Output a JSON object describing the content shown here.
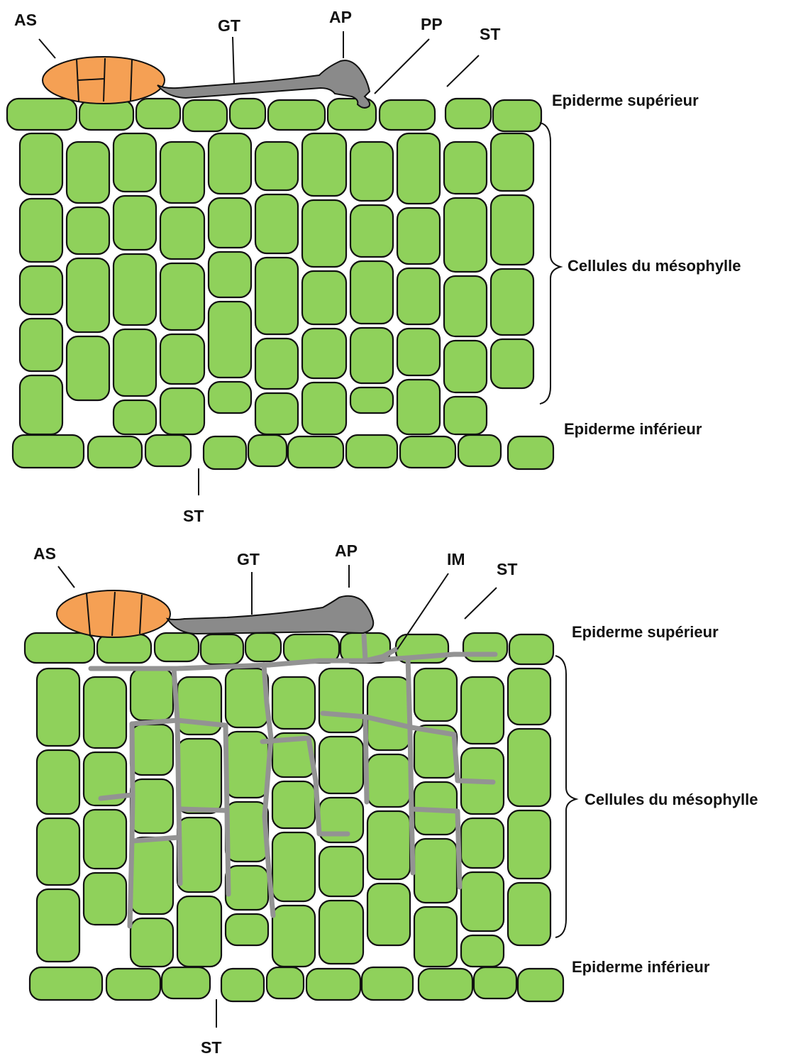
{
  "panels": [
    {
      "labels": {
        "as": "AS",
        "gt": "GT",
        "ap": "AP",
        "pp": "PP",
        "st_top": "ST",
        "st_bottom": "ST",
        "upper_epidermis": "Epiderme supérieur",
        "mesophyll": "Cellules du mésophylle",
        "lower_epidermis": "Epiderme inférieur"
      }
    },
    {
      "labels": {
        "as": "AS",
        "gt": "GT",
        "ap": "AP",
        "im": "IM",
        "st_top": "ST",
        "st_bottom": "ST",
        "upper_epidermis": "Epiderme supérieur",
        "mesophyll": "Cellules du mésophylle",
        "lower_epidermis": "Epiderme inférieur"
      }
    }
  ],
  "colors": {
    "cell_fill": "#8fd15b",
    "spore_fill": "#f5a054",
    "fungus_fill": "#8a8a8a",
    "hypha_stroke": "#939393"
  }
}
